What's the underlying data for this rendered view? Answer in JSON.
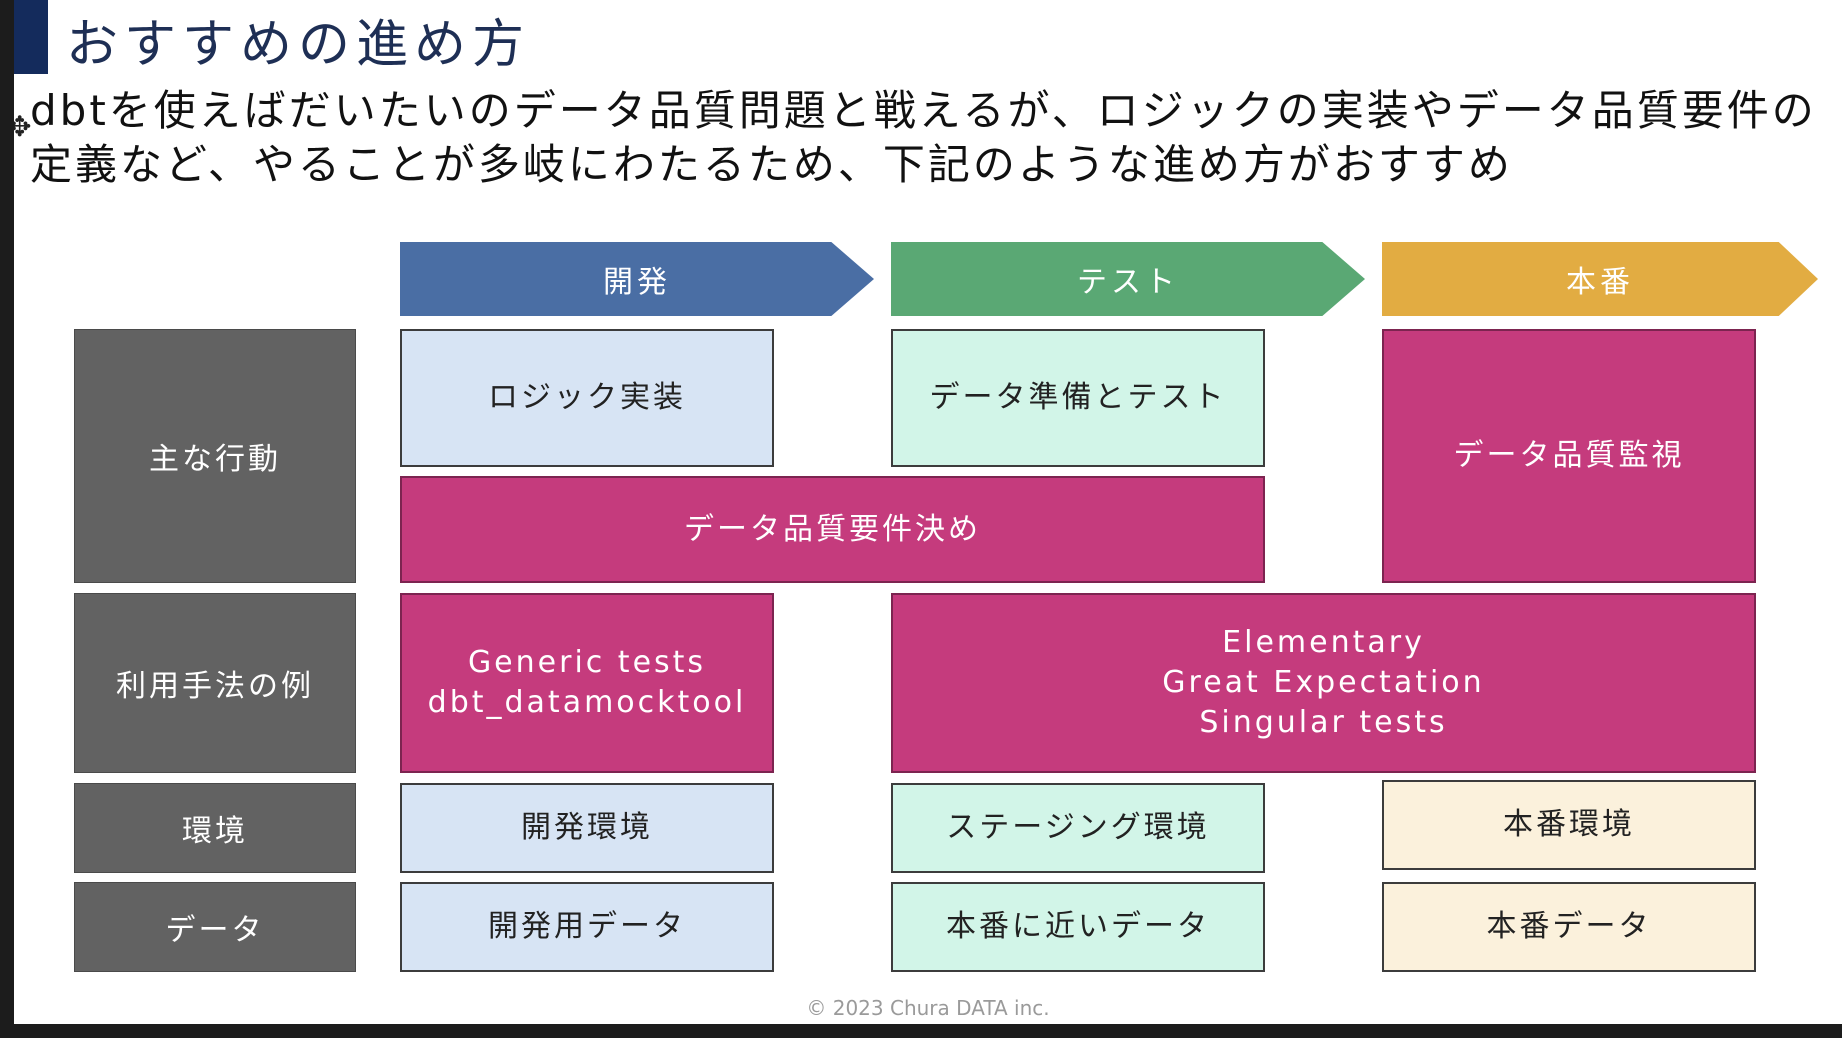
{
  "slide": {
    "title": "おすすめの進め方",
    "subtitle": "dbtを使えばだいたいのデータ品質問題と戦えるが、ロジックの実装やデータ品質要件の定義など、やることが多岐にわたるため、下記のような進め方がおすすめ",
    "copyright": "© 2023 Chura DATA inc."
  },
  "phases": {
    "dev": "開発",
    "test": "テスト",
    "prod": "本番"
  },
  "rows": {
    "actions": "主な行動",
    "methods": "利用手法の例",
    "env": "環境",
    "data": "データ"
  },
  "cells": {
    "logic_impl": "ロジック実装",
    "data_prep_test": "データ準備とテスト",
    "quality_monitor": "データ品質監視",
    "quality_requirements": "データ品質要件決め",
    "dev_methods": [
      "Generic tests",
      "dbt_datamocktool"
    ],
    "test_prod_methods": [
      "Elementary",
      "Great Expectation",
      "Singular tests"
    ],
    "dev_env": "開発環境",
    "staging_env": "ステージング環境",
    "prod_env": "本番環境",
    "dev_data": "開発用データ",
    "near_prod_data": "本番に近いデータ",
    "prod_data": "本番データ"
  },
  "colors": {
    "title_accent": "#142b5c",
    "phase_dev": "#4a6ea4",
    "phase_test": "#5aa874",
    "phase_prod": "#e2ac42",
    "highlight": "#c53b7d",
    "row_label": "#626262"
  }
}
